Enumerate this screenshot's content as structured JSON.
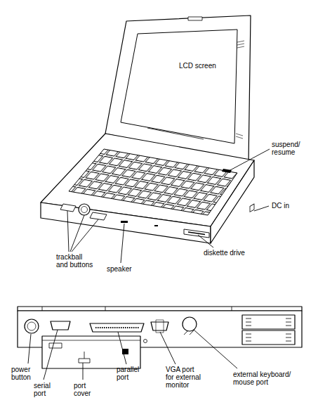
{
  "diagram": {
    "labels": [
      "LCD screen",
      "suspend/ resume",
      "DC in",
      "trackball and buttons",
      "speaker",
      "diskette drive",
      "power button",
      "serial port",
      "port cover",
      "parallel port",
      "VGA port for external monitor",
      "external keyboard/ mouse port"
    ]
  }
}
